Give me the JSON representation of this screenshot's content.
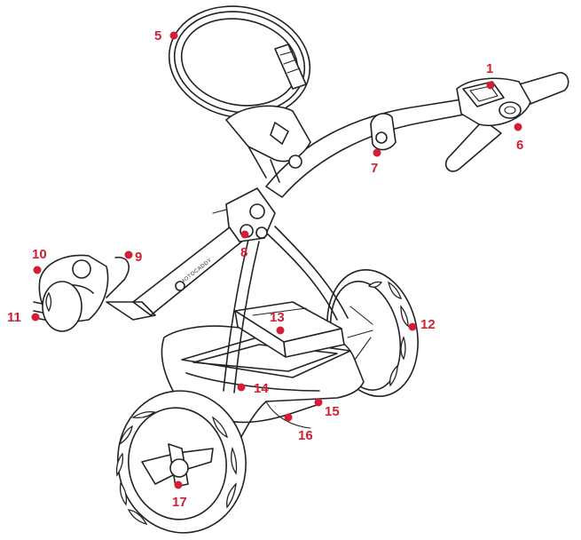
{
  "diagram": {
    "brand_text": "MOTOCADDY",
    "accent_color": "#d21f35",
    "line_color": "#222222",
    "callouts": [
      {
        "id": "1",
        "label": "1"
      },
      {
        "id": "5",
        "label": "5"
      },
      {
        "id": "6",
        "label": "6"
      },
      {
        "id": "7",
        "label": "7"
      },
      {
        "id": "8",
        "label": "8"
      },
      {
        "id": "9",
        "label": "9"
      },
      {
        "id": "10",
        "label": "10"
      },
      {
        "id": "11",
        "label": "11"
      },
      {
        "id": "12",
        "label": "12"
      },
      {
        "id": "13",
        "label": "13"
      },
      {
        "id": "14",
        "label": "14"
      },
      {
        "id": "15",
        "label": "15"
      },
      {
        "id": "16",
        "label": "16"
      },
      {
        "id": "17",
        "label": "17"
      }
    ]
  }
}
